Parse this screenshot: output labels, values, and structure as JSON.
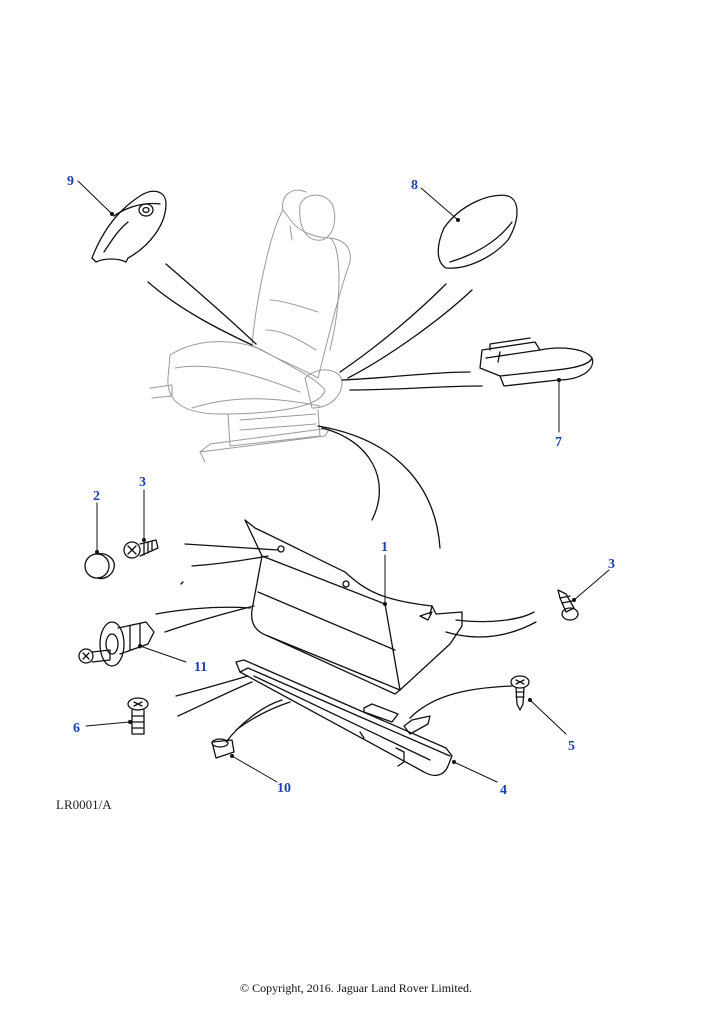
{
  "colors": {
    "callout": "#1f3fb4",
    "line": "#111111",
    "faint": "#9a9a9a"
  },
  "callouts": [
    {
      "id": "c9",
      "label": "9"
    },
    {
      "id": "c8",
      "label": "8"
    },
    {
      "id": "c7",
      "label": "7"
    },
    {
      "id": "c2",
      "label": "2"
    },
    {
      "id": "c3a",
      "label": "3"
    },
    {
      "id": "c1",
      "label": "1"
    },
    {
      "id": "c3b",
      "label": "3"
    },
    {
      "id": "c11",
      "label": "11"
    },
    {
      "id": "c6",
      "label": "6"
    },
    {
      "id": "c5",
      "label": "5"
    },
    {
      "id": "c10",
      "label": "10"
    },
    {
      "id": "c4",
      "label": "4"
    }
  ],
  "reference_code": "LR0001/A",
  "copyright": "© Copyright, 2016. Jaguar Land Rover Limited."
}
